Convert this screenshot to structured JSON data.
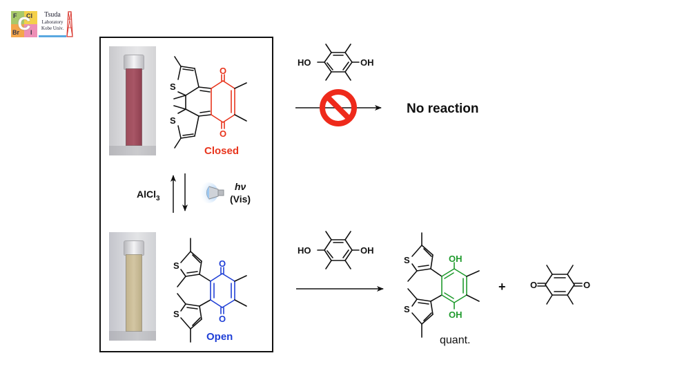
{
  "logo": {
    "cells": [
      "F",
      "Cl",
      "Br",
      "I"
    ],
    "center": "C",
    "lines": [
      "Tsuda",
      "Laboratory",
      "Kobe Univ."
    ],
    "colors": {
      "F": "#a8c96a",
      "Cl": "#f4d04a",
      "Br": "#f4a64a",
      "I": "#ee8fb6",
      "center": "#ffffff"
    }
  },
  "colors": {
    "closed": "#e8341c",
    "open": "#1f3fd6",
    "product": "#1e9a2c",
    "prohibit": "#ee2a1b",
    "ink": "#111111",
    "closed_liquid": "#9d4c5b",
    "open_liquid": "#cdbf9c"
  },
  "panel": {
    "closed": {
      "label": "Closed",
      "atoms": {
        "S_top": "S",
        "S_bottom": "S",
        "O_top": "O",
        "O_bottom": "O"
      },
      "photo_icon": "vial-red-solution"
    },
    "open": {
      "label": "Open",
      "atoms": {
        "S_top": "S",
        "S_bottom": "S",
        "O_top": "O",
        "O_bottom": "O"
      },
      "photo_icon": "vial-yellow-solution"
    },
    "forward_reagent": {
      "base": "AlCl",
      "subscript": "3"
    },
    "reverse_condition": {
      "line1": "hν",
      "line2": "(Vis)",
      "icon": "light-bulb-icon"
    }
  },
  "top_reaction": {
    "reagent": {
      "left": "HO",
      "right": "OH"
    },
    "blocked_icon": "prohibited-icon",
    "result": "No reaction"
  },
  "bottom_reaction": {
    "reagent": {
      "left": "HO",
      "right": "OH"
    },
    "product": {
      "OH_top": "OH",
      "OH_bottom": "OH",
      "S_top": "S",
      "S_bottom": "S"
    },
    "plus": "+",
    "byproduct": {
      "O_left": "O",
      "O_right": "O"
    },
    "yield": "quant."
  }
}
